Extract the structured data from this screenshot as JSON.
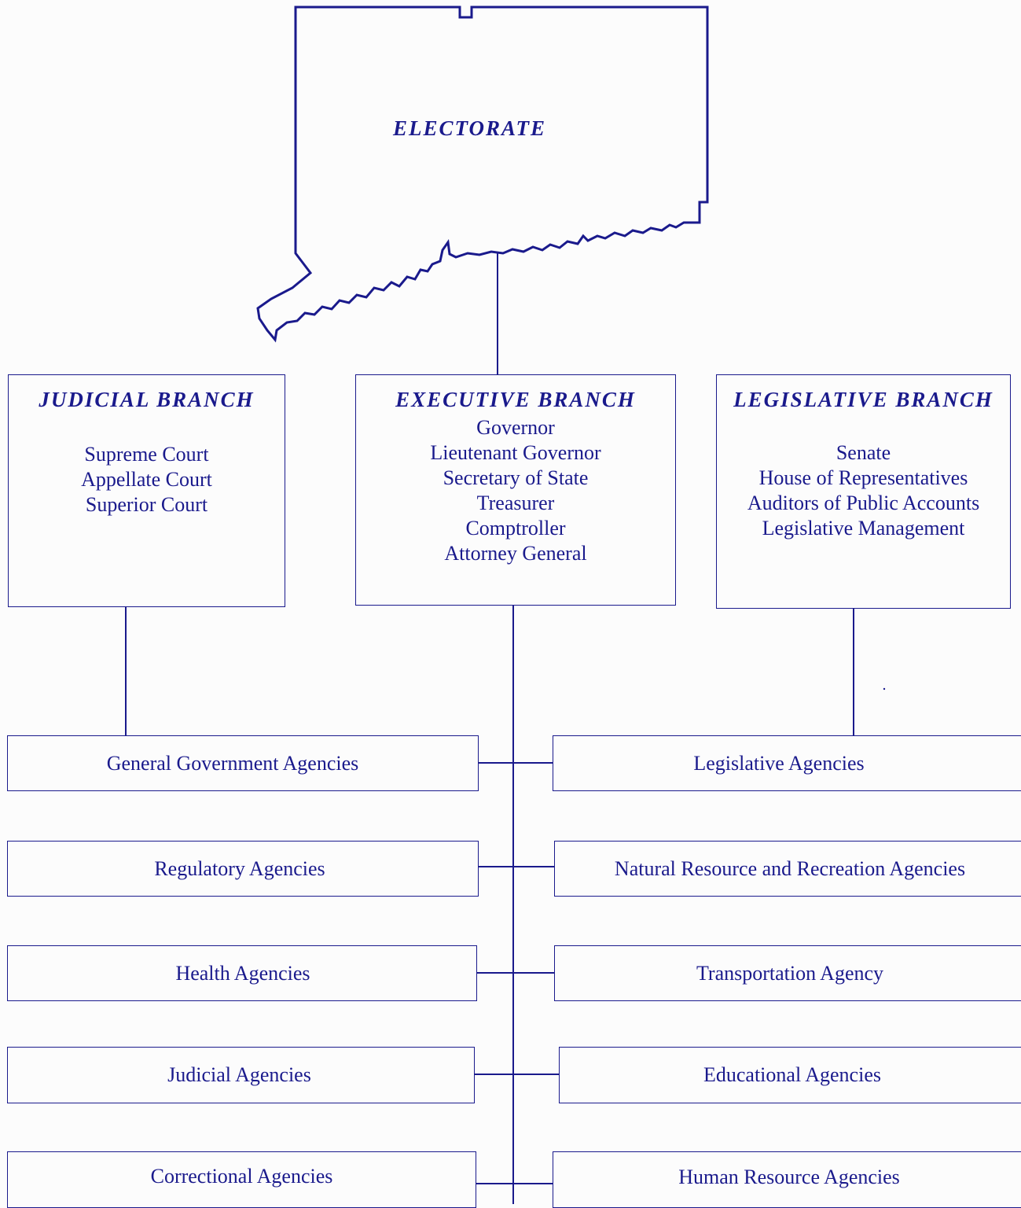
{
  "electorate": {
    "label": "ELECTORATE"
  },
  "branches": {
    "judicial": {
      "title": "JUDICIAL BRANCH",
      "members": [
        "Supreme Court",
        "Appellate Court",
        "Superior Court"
      ]
    },
    "executive": {
      "title": "EXECUTIVE BRANCH",
      "members": [
        "Governor",
        "Lieutenant Governor",
        "Secretary of State",
        "Treasurer",
        "Comptroller",
        "Attorney General"
      ]
    },
    "legislative": {
      "title": "LEGISLATIVE BRANCH",
      "members": [
        "Senate",
        "House of Representatives",
        "Auditors of Public Accounts",
        "Legislative Management"
      ]
    }
  },
  "agencies": {
    "left": [
      "General Government Agencies",
      "Regulatory Agencies",
      "Health Agencies",
      "Judicial Agencies",
      "Correctional Agencies"
    ],
    "right": [
      "Legislative Agencies",
      "Natural Resource and Recreation Agencies",
      "Transportation Agency",
      "Educational Agencies",
      "Human Resource Agencies"
    ]
  },
  "colors": {
    "ink": "#1a1a8c",
    "background": "#fcfcfc"
  }
}
